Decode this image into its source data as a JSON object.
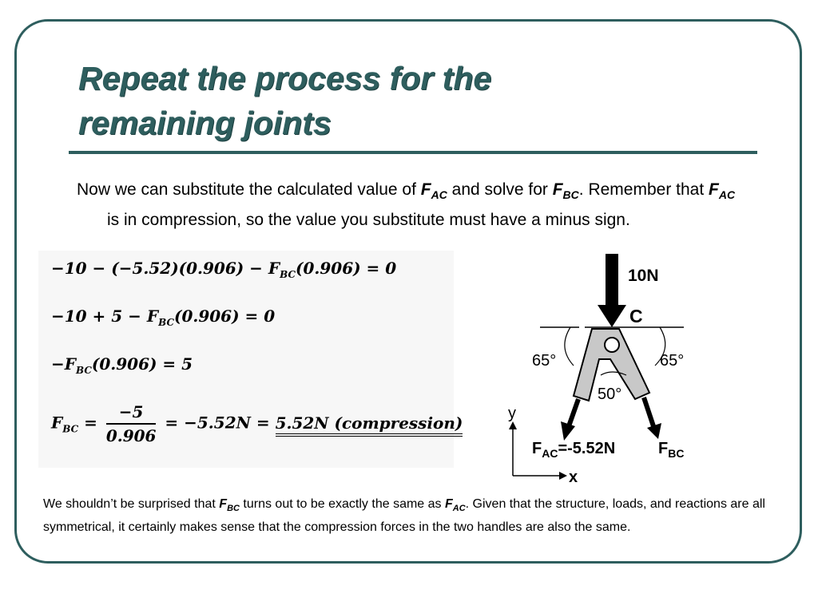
{
  "title": {
    "line1": "Repeat the process for the",
    "line2": "remaining joints"
  },
  "intro": {
    "t1": "Now we can substitute the calculated value of ",
    "v1_main": "F",
    "v1_sub": "AC",
    "t2": " and solve for ",
    "v2_main": "F",
    "v2_sub": "BC",
    "t3": ". Remember that ",
    "v3_main": "F",
    "v3_sub": "AC",
    "t4": " is in compression, so the value you substitute must have a minus sign."
  },
  "equations": {
    "e1": {
      "a": "−10 − (−5.52)(0.906) − ",
      "f": "F",
      "s": "BC",
      "b": "(0.906) = 0"
    },
    "e2": {
      "a": "−10 + 5 − ",
      "f": "F",
      "s": "BC",
      "b": "(0.906) = 0"
    },
    "e3": {
      "a": "−",
      "f": "F",
      "s": "BC",
      "b": "(0.906) = 5"
    },
    "e4": {
      "f": "F",
      "s": "BC",
      "eq1": " = ",
      "num": "−5",
      "den": "0.906",
      "mid": " = −5.52N = ",
      "res": "5.52N (compression)"
    }
  },
  "diagram": {
    "load": "10N",
    "joint": "C",
    "angle_left": "65°",
    "angle_right": "65°",
    "angle_center": "50°",
    "axis_y": "y",
    "axis_x": "x",
    "f_left_main": "F",
    "f_left_sub": "AC",
    "f_left_val": "=-5.52N",
    "f_right_main": "F",
    "f_right_sub": "BC"
  },
  "footer": {
    "t1": "We shouldn’t be surprised that ",
    "v1_main": "F",
    "v1_sub": "BC",
    "t2": " turns out to be exactly the same as ",
    "v2_main": "F",
    "v2_sub": "AC",
    "t3": ". Given that the structure, loads, and reactions are all symmetrical, it certainly makes sense that the compression forces in the two handles are also the same."
  }
}
